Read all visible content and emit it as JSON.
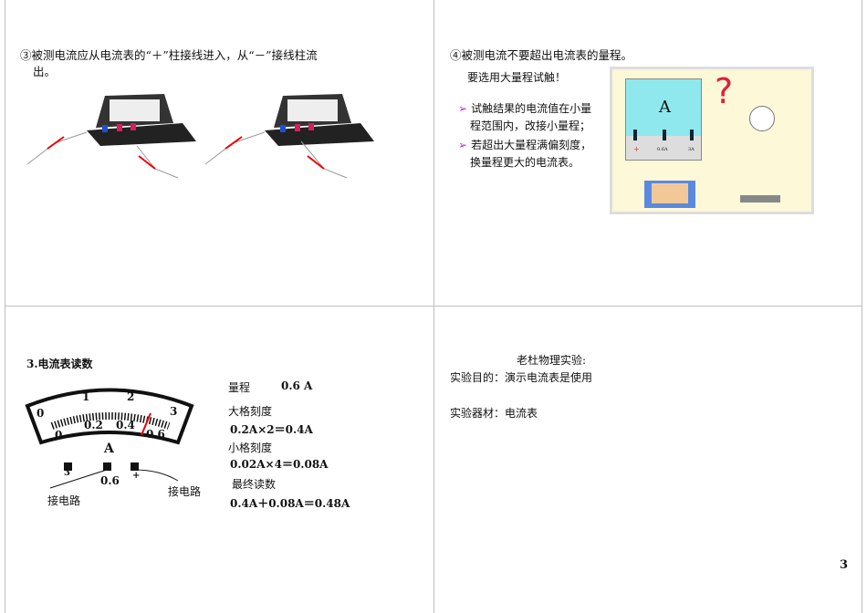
{
  "slide1": {
    "text_line1": "③被测电流应从电流表的“＋”柱接线进入，从“－”接线柱流",
    "text_line2": "出。"
  },
  "slide2": {
    "title": "④被测电流不要超出电流表的量程。",
    "tip": "要选用大量程试触！",
    "bullets": [
      {
        "l1": "试触结果的电流值在小量",
        "l2": "程范围内，改接小量程；"
      },
      {
        "l1": "若超出大量程满偏刻度，",
        "l2": "换量程更大的电流表。"
      }
    ],
    "meter_letter": "A",
    "terminal_labels": [
      "+",
      "0.6A",
      "3A"
    ],
    "question_mark": "?"
  },
  "slide3": {
    "title": "3.电流表读数",
    "scale_top": [
      "0",
      "1",
      "2",
      "3"
    ],
    "scale_bottom": [
      "0",
      "0.2",
      "0.4",
      "0.6"
    ],
    "unit": "A",
    "terminals": [
      "3",
      "0.6",
      "+"
    ],
    "wire_labels": [
      "接电路",
      "接电路"
    ],
    "range_label": "量程",
    "range_value": "0.6 A",
    "big_div_label": "大格刻度",
    "big_div_calc": "0.2A×2＝0.4A",
    "small_div_label": "小格刻度",
    "small_div_calc": "0.02A×4＝0.08A",
    "final_label": "最终读数",
    "final_calc": "0.4A＋0.08A＝0.48A"
  },
  "slide4": {
    "title": "老杜物理实验:",
    "purpose": "实验目的：演示电流表是使用",
    "equipment": "实验器材：电流表"
  },
  "page_number": "3"
}
